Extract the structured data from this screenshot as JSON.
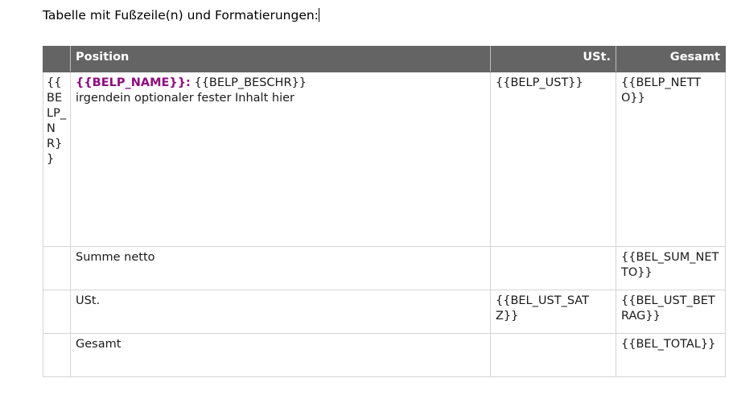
{
  "document": {
    "heading": "Tabelle mit Fußzeile(n) und Formatierungen:"
  },
  "table": {
    "columns": [
      {
        "key": "nr",
        "label": "",
        "align": "left"
      },
      {
        "key": "pos",
        "label": "Position",
        "align": "left"
      },
      {
        "key": "ust",
        "label": "USt.",
        "align": "right"
      },
      {
        "key": "ges",
        "label": "Gesamt",
        "align": "right"
      }
    ],
    "item_row": {
      "nr": "{{BELP_NR}}",
      "name_placeholder": "{{BELP_NAME}}:",
      "description_placeholder": "{{BELP_BESCHR}}",
      "static_text": "irgendein optionaler fester Inhalt hier",
      "ust": "{{BELP_UST}}",
      "gesamt": "{{BELP_NETTO}}"
    },
    "footer_rows": [
      {
        "nr": "",
        "label": "Summe netto",
        "ust": "",
        "gesamt": "{{BEL_SUM_NETTO}}"
      },
      {
        "nr": "",
        "label": "USt.",
        "ust": "{{BEL_UST_SATZ}}",
        "gesamt": "{{BEL_UST_BETRAG}}"
      },
      {
        "nr": "",
        "label": "Gesamt",
        "ust": "",
        "gesamt": "{{BEL_TOTAL}}"
      }
    ]
  },
  "colors": {
    "header_background": "#646464",
    "header_text": "#ffffff",
    "accent_placeholder": "#8e0c80",
    "border": "#d4d4d4",
    "body_text": "#1a1a1a"
  }
}
